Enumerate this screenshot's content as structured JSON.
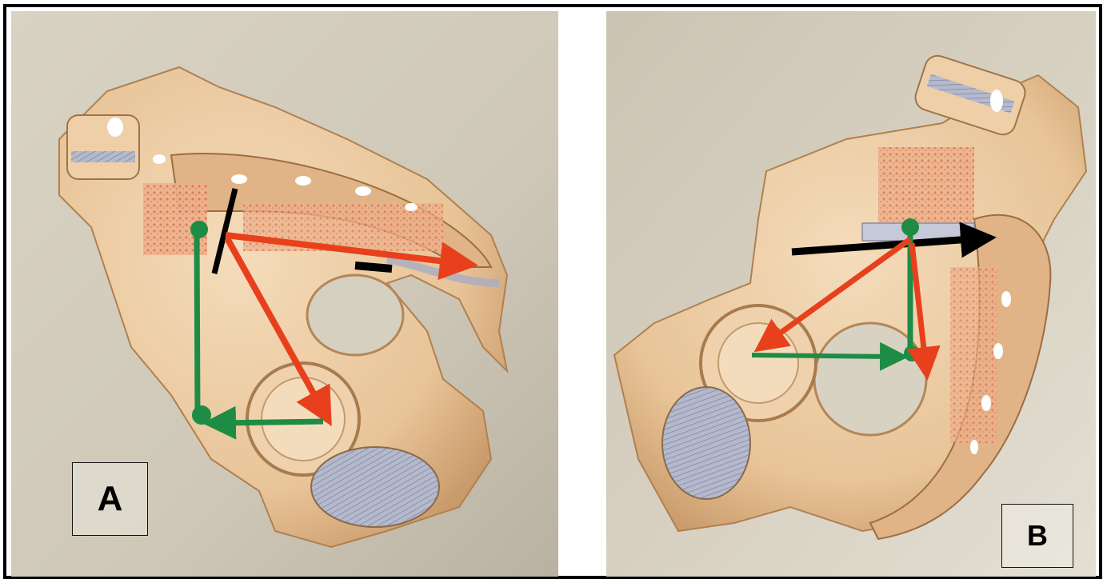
{
  "figure": {
    "panels": [
      {
        "id": "A",
        "label": "A"
      },
      {
        "id": "B",
        "label": "B"
      }
    ],
    "colors": {
      "bone": "#ecc9a0",
      "bone_shadow": "#b9895b",
      "marrow": "#e59b78",
      "cartilage": "#b8bcd0",
      "background": "#d4cdbd",
      "arrow_red": "#e8401c",
      "arrow_green": "#1e8c45",
      "arrow_black": "#000000"
    }
  }
}
